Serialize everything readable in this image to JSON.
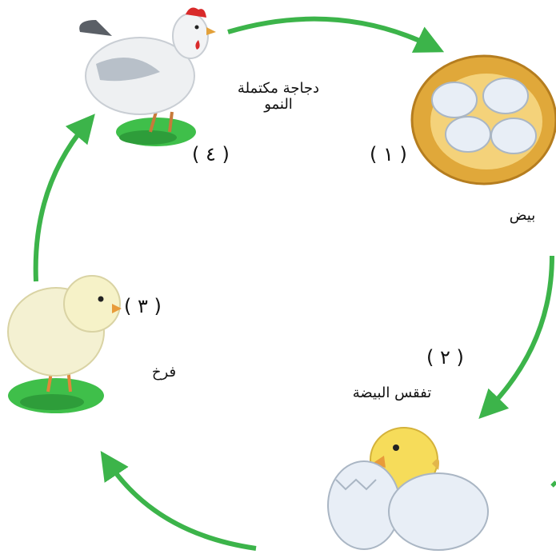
{
  "stages": [
    {
      "number": "( ١ )",
      "label": "بيض",
      "picture": "eggs-in-nest"
    },
    {
      "number": "( ٢ )",
      "label": "تفقس البيضة",
      "picture": "hatching-chick"
    },
    {
      "number": "( ٣ )",
      "label": "فرخ",
      "picture": "chick"
    },
    {
      "number": "( ٤ )",
      "label_lines": [
        "دجاجة مكتملة",
        "النمو"
      ],
      "picture": "hen"
    }
  ],
  "colors": {
    "arrow": "#3cb44a",
    "grass": "#3fbf4a",
    "nest": "#e0a83a",
    "egg": "#e8eef6",
    "chick": "#f6dc5a"
  }
}
